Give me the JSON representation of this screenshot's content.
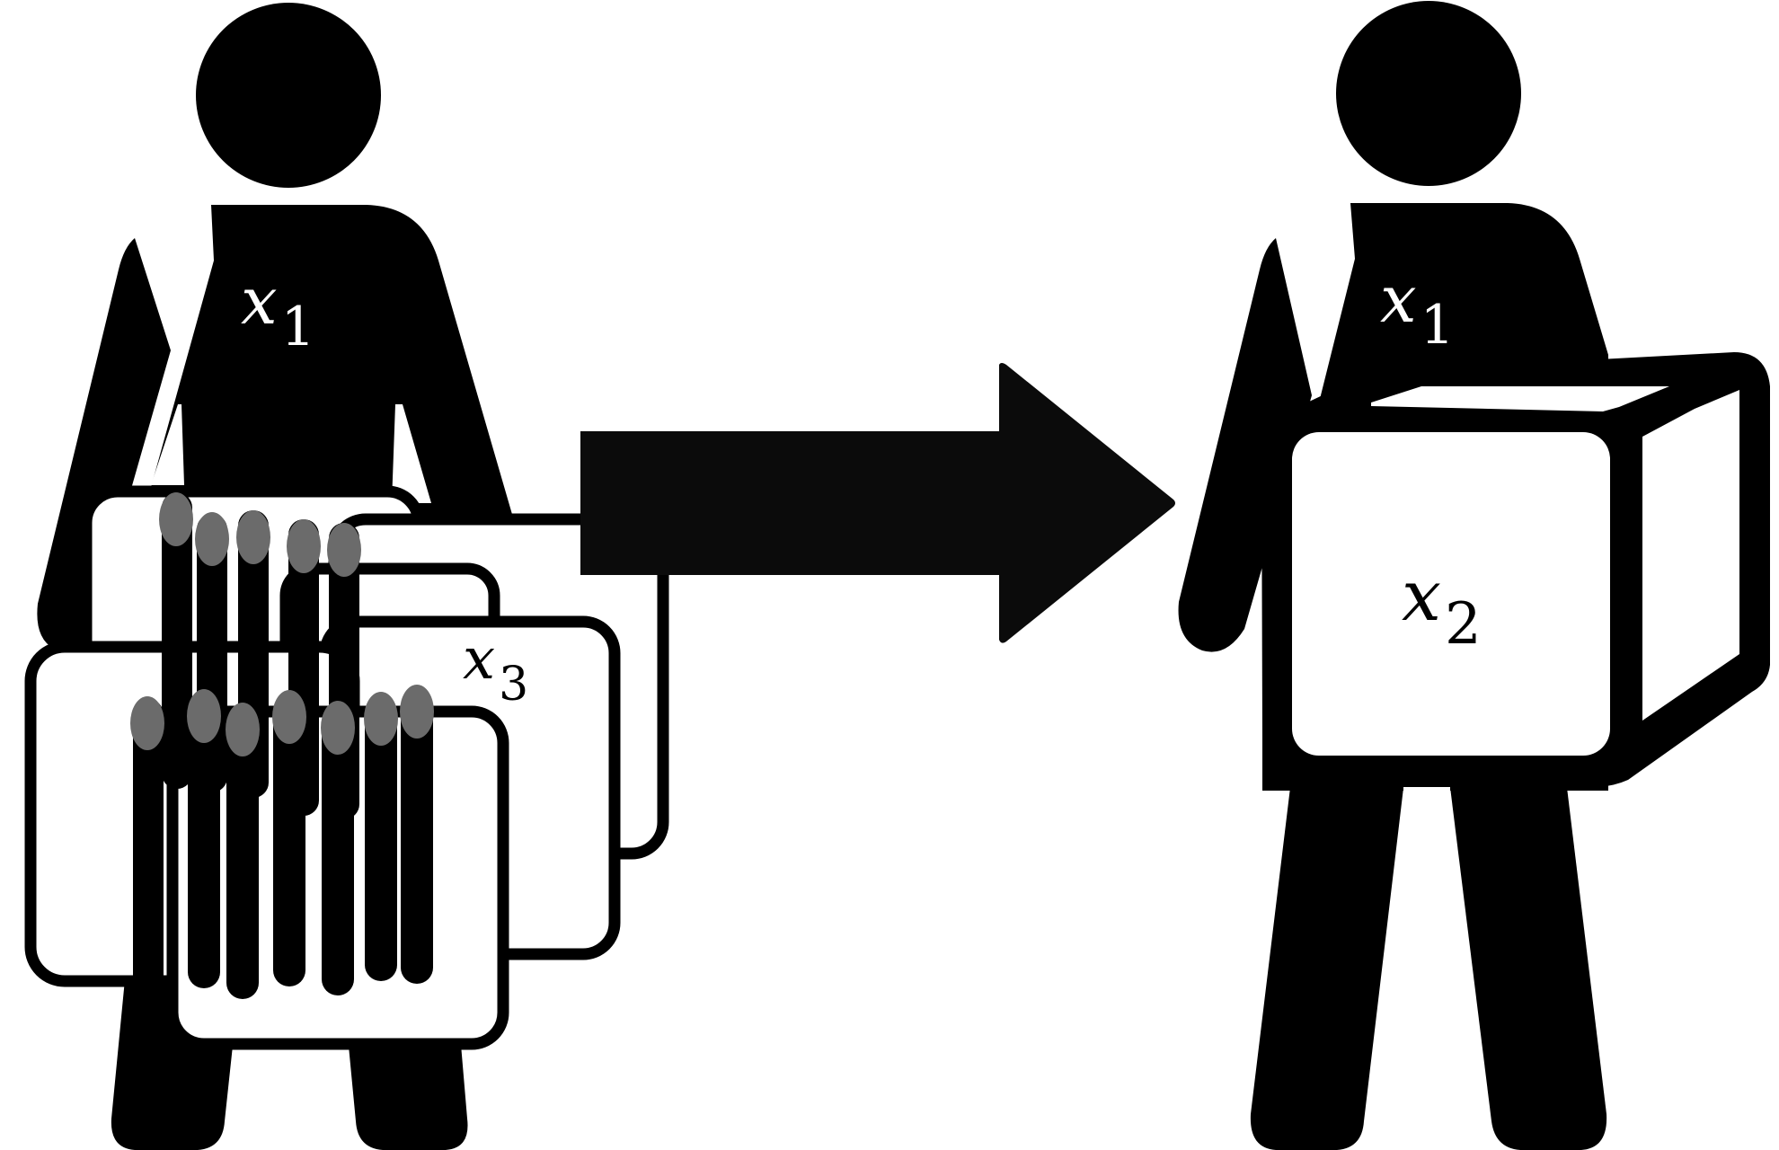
{
  "colors": {
    "figure": "#000000",
    "arrow": "#0b0b0b",
    "background": "#ffffff",
    "card_fill": "#ffffff",
    "finger_tip": "#6b6b6b",
    "label_on_dark": "#ffffff",
    "label_on_light": "#000000"
  },
  "left_person": {
    "label": {
      "var": "x",
      "sub": "1"
    },
    "item_label": {
      "var": "x",
      "sub": "3"
    }
  },
  "right_person": {
    "label": {
      "var": "x",
      "sub": "1"
    },
    "item_label": {
      "var": "x",
      "sub": "2"
    }
  },
  "icons": {
    "left": "person-carrying-many-cards-icon",
    "middle": "right-arrow-icon",
    "right": "person-carrying-box-icon"
  }
}
